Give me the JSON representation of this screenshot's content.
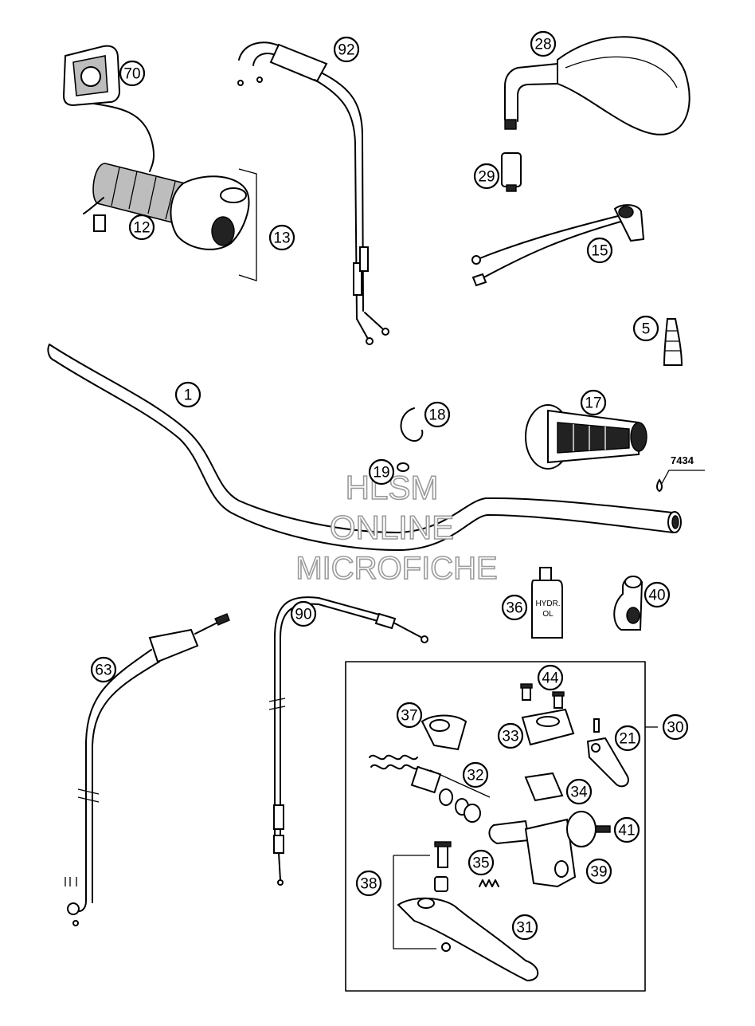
{
  "callouts": [
    {
      "id": "1",
      "label": "1"
    },
    {
      "id": "5",
      "label": "5"
    },
    {
      "id": "12",
      "label": "12"
    },
    {
      "id": "13",
      "label": "13"
    },
    {
      "id": "15",
      "label": "15"
    },
    {
      "id": "17",
      "label": "17"
    },
    {
      "id": "18",
      "label": "18"
    },
    {
      "id": "19",
      "label": "19"
    },
    {
      "id": "21",
      "label": "21"
    },
    {
      "id": "28",
      "label": "28"
    },
    {
      "id": "29",
      "label": "29"
    },
    {
      "id": "30",
      "label": "30"
    },
    {
      "id": "31",
      "label": "31"
    },
    {
      "id": "32",
      "label": "32"
    },
    {
      "id": "33",
      "label": "33"
    },
    {
      "id": "34",
      "label": "34"
    },
    {
      "id": "35",
      "label": "35"
    },
    {
      "id": "36",
      "label": "36"
    },
    {
      "id": "37",
      "label": "37"
    },
    {
      "id": "38",
      "label": "38"
    },
    {
      "id": "39",
      "label": "39"
    },
    {
      "id": "40",
      "label": "40"
    },
    {
      "id": "41",
      "label": "41"
    },
    {
      "id": "44",
      "label": "44"
    },
    {
      "id": "63",
      "label": "63"
    },
    {
      "id": "70",
      "label": "70"
    },
    {
      "id": "90",
      "label": "90"
    },
    {
      "id": "92",
      "label": "92"
    }
  ],
  "reference_label": "7434",
  "bottle_label_line1": "HYDR.",
  "bottle_label_line2": "OL",
  "watermark": {
    "line1": "HLSM",
    "line2": "ONLINE",
    "line3": "MICROFICHE"
  }
}
